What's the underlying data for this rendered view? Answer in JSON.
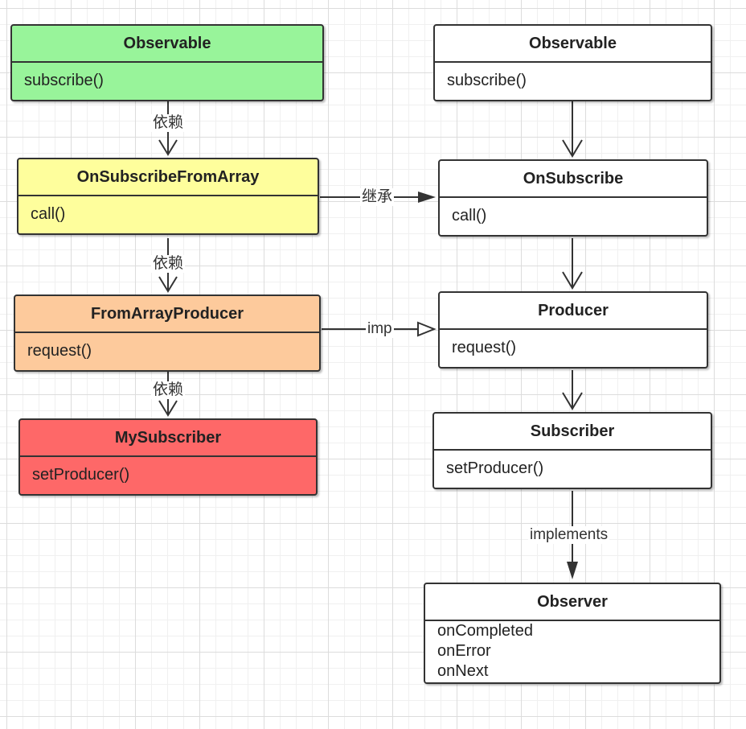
{
  "colors": {
    "observable_fill": "#98f49a",
    "onsubscribefromarray_fill": "#fefe9c",
    "fromarrayproducer_fill": "#fdca9c",
    "mysubscriber_fill": "#fe6868",
    "plain_fill": "#ffffff",
    "line": "#333333"
  },
  "left": {
    "observable": {
      "title": "Observable",
      "methods": [
        "subscribe()"
      ]
    },
    "onsubscribefromarray": {
      "title": "OnSubscribeFromArray",
      "methods": [
        "call()"
      ]
    },
    "fromarrayproducer": {
      "title": "FromArrayProducer",
      "methods": [
        "request()"
      ]
    },
    "mysubscriber": {
      "title": "MySubscriber",
      "methods": [
        "setProducer()"
      ]
    }
  },
  "right": {
    "observable": {
      "title": "Observable",
      "methods": [
        "subscribe()"
      ]
    },
    "onsubscribe": {
      "title": "OnSubscribe",
      "methods": [
        "call()"
      ]
    },
    "producer": {
      "title": "Producer",
      "methods": [
        "request()"
      ]
    },
    "subscriber": {
      "title": "Subscriber",
      "methods": [
        "setProducer()"
      ]
    },
    "observer": {
      "title": "Observer",
      "methods": [
        "onCompleted",
        "onError",
        "onNext"
      ]
    }
  },
  "edges": {
    "dep1": "依赖",
    "dep2": "依赖",
    "dep3": "依赖",
    "inherit": "继承",
    "imp": "imp",
    "implements": "implements"
  }
}
